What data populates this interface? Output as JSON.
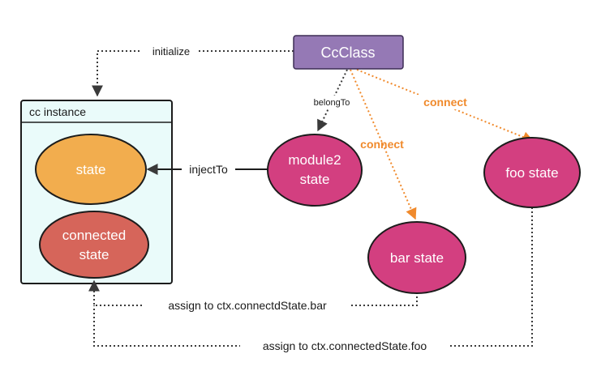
{
  "colors": {
    "ccclass_fill": "#9579b5",
    "ccclass_stroke": "#3d2d55",
    "instance_fill": "#eafbfa",
    "instance_stroke": "#1c1c1c",
    "state_fill": "#f2ad4e",
    "connected_fill": "#d6655a",
    "magenta_fill": "#d33f80",
    "edge_dark": "#3a3a3a",
    "edge_orange": "#f08a2c",
    "text_white": "#ffffff",
    "text_dark": "#1a1a1a"
  },
  "nodes": {
    "ccclass": "CcClass",
    "instance_title": "cc instance",
    "state": "state",
    "connected_line1": "connected",
    "connected_line2": "state",
    "module2_line1": "module2",
    "module2_line2": "state",
    "bar_state": "bar state",
    "foo_state": "foo state"
  },
  "edges": {
    "initialize": "initialize",
    "belongTo": "belongTo",
    "connect_bar": "connect",
    "connect_foo": "connect",
    "injectTo": "injectTo",
    "assign_bar": "assign to ctx.connectdState.bar",
    "assign_foo": "assign to ctx.connectedState.foo"
  }
}
